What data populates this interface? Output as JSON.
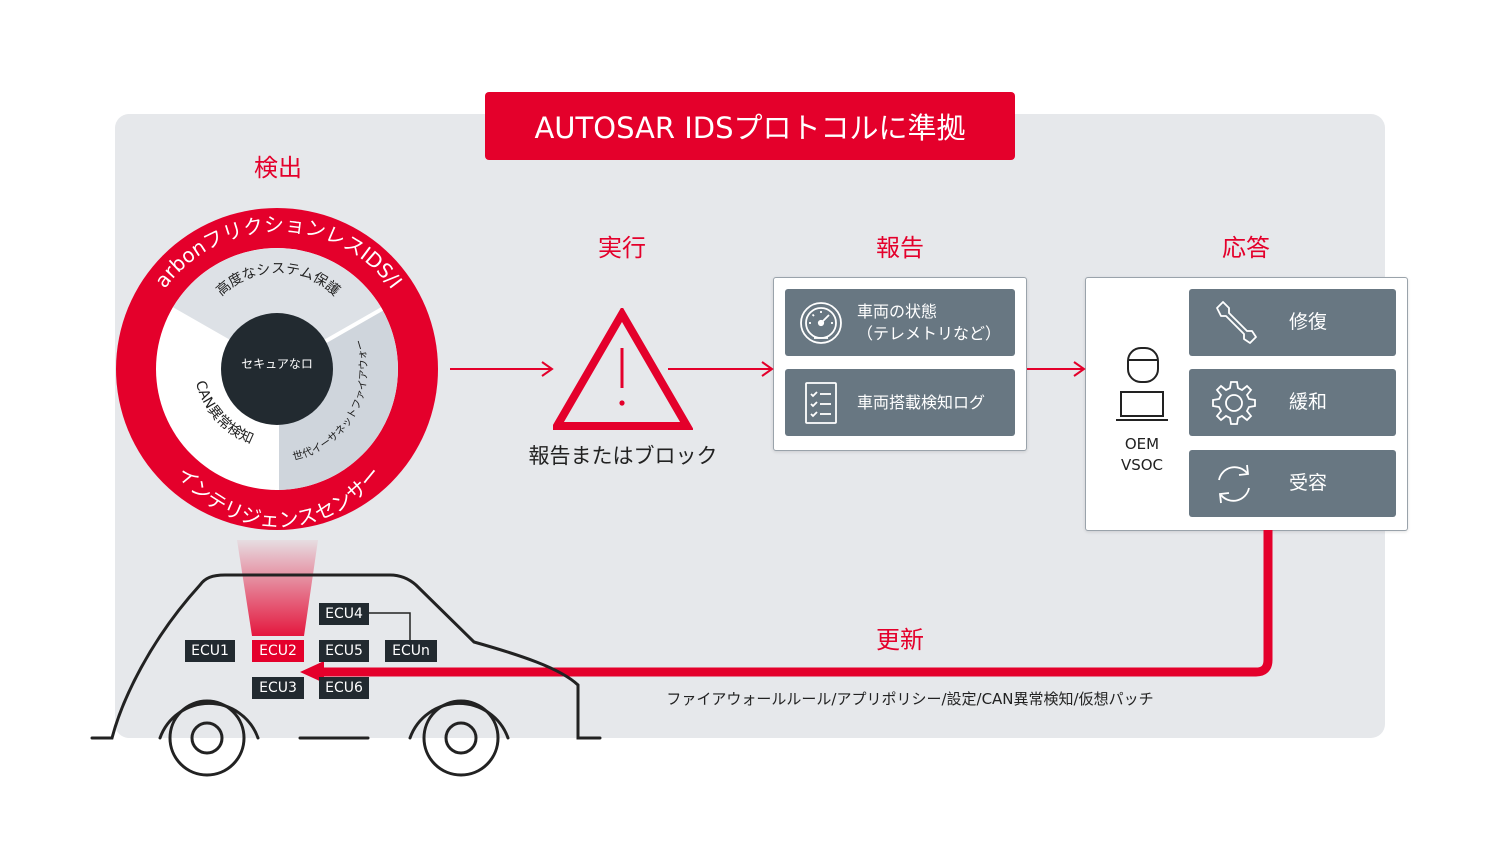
{
  "banner": "AUTOSAR IDSプロトコルに準拠",
  "stages": {
    "detect": "検出",
    "execute": "実行",
    "report": "報告",
    "respond": "応答",
    "update": "更新"
  },
  "wheel": {
    "top_text": "xCarbonフリクションレスIDS/IPS",
    "bottom_text": "インテリジェンスセンサー",
    "center": "セキュアなロ",
    "segment_top": "高度なシステム保護",
    "segment_left": "CAN異常検知",
    "segment_right": "次世代イーサネットファイアウォール"
  },
  "execute_caption": "報告またはブロック",
  "report_items": [
    {
      "icon": "speedometer-icon",
      "line1": "車両の状態",
      "line2": "（テレメトリなど）"
    },
    {
      "icon": "checklist-icon",
      "line1": "車両搭載検知ログ",
      "line2": ""
    }
  ],
  "oem": {
    "line1": "OEM",
    "line2": "VSOC"
  },
  "response_items": [
    {
      "icon": "wrench-icon",
      "label": "修復"
    },
    {
      "icon": "gear-icon",
      "label": "緩和"
    },
    {
      "icon": "refresh-icon",
      "label": "受容"
    }
  ],
  "update_caption": "ファイアウォールルール/アプリポリシー/設定/CAN異常検知/仮想パッチ",
  "ecus": {
    "ecu1": "ECU1",
    "ecu2": "ECU2",
    "ecu3": "ECU3",
    "ecu4": "ECU4",
    "ecu5": "ECU5",
    "ecu6": "ECU6",
    "ecun": "ECUn"
  },
  "colors": {
    "accent": "#e4002b",
    "tile": "#687782",
    "panel": "#e6e8eb",
    "dark": "#222a30"
  }
}
